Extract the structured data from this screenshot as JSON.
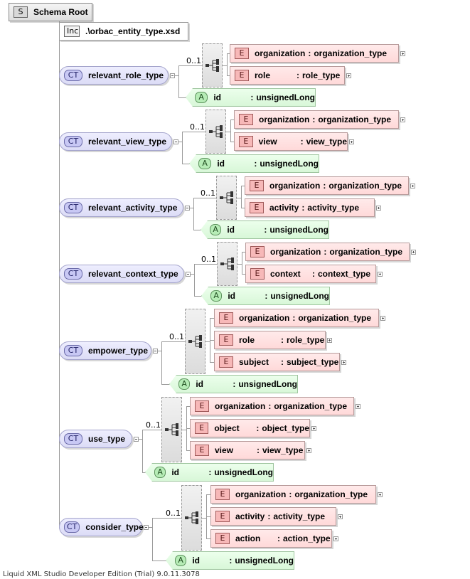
{
  "root": {
    "badge": "S",
    "label": "Schema Root"
  },
  "include": {
    "badge": "Inc",
    "path": ".\\orbac_entity_type.xsd"
  },
  "complex_types": [
    {
      "name": "relevant_role_type",
      "occurs": "0..1",
      "elements": [
        {
          "name": "organization",
          "type": "organization_type"
        },
        {
          "name": "role",
          "type": "role_type"
        }
      ],
      "attribute": {
        "name": "id",
        "type": "unsignedLong"
      }
    },
    {
      "name": "relevant_view_type",
      "occurs": "0..1",
      "elements": [
        {
          "name": "organization",
          "type": "organization_type"
        },
        {
          "name": "view",
          "type": "view_type"
        }
      ],
      "attribute": {
        "name": "id",
        "type": "unsignedLong"
      }
    },
    {
      "name": "relevant_activity_type",
      "occurs": "0..1",
      "elements": [
        {
          "name": "organization",
          "type": "organization_type"
        },
        {
          "name": "activity",
          "type": "activity_type"
        }
      ],
      "attribute": {
        "name": "id",
        "type": "unsignedLong"
      }
    },
    {
      "name": "relevant_context_type",
      "occurs": "0..1",
      "elements": [
        {
          "name": "organization",
          "type": "organization_type"
        },
        {
          "name": "context",
          "type": "context_type"
        }
      ],
      "attribute": {
        "name": "id",
        "type": "unsignedLong"
      }
    },
    {
      "name": "empower_type",
      "occurs": "0..1",
      "elements": [
        {
          "name": "organization",
          "type": "organization_type"
        },
        {
          "name": "role",
          "type": "role_type"
        },
        {
          "name": "subject",
          "type": "subject_type"
        }
      ],
      "attribute": {
        "name": "id",
        "type": "unsignedLong"
      }
    },
    {
      "name": "use_type",
      "occurs": "0..1",
      "elements": [
        {
          "name": "organization",
          "type": "organization_type"
        },
        {
          "name": "object",
          "type": "object_type"
        },
        {
          "name": "view",
          "type": "view_type"
        }
      ],
      "attribute": {
        "name": "id",
        "type": "unsignedLong"
      }
    },
    {
      "name": "consider_type",
      "occurs": "0..1",
      "elements": [
        {
          "name": "organization",
          "type": "organization_type"
        },
        {
          "name": "activity",
          "type": "activity_type"
        },
        {
          "name": "action",
          "type": "action_type"
        }
      ],
      "attribute": {
        "name": "id",
        "type": "unsignedLong"
      }
    }
  ],
  "badges": {
    "complex_type": "CT",
    "element": "E",
    "attribute": "A",
    "type_separator": ":"
  },
  "footer": "Liquid XML Studio Developer Edition (Trial) 9.0.11.3078"
}
